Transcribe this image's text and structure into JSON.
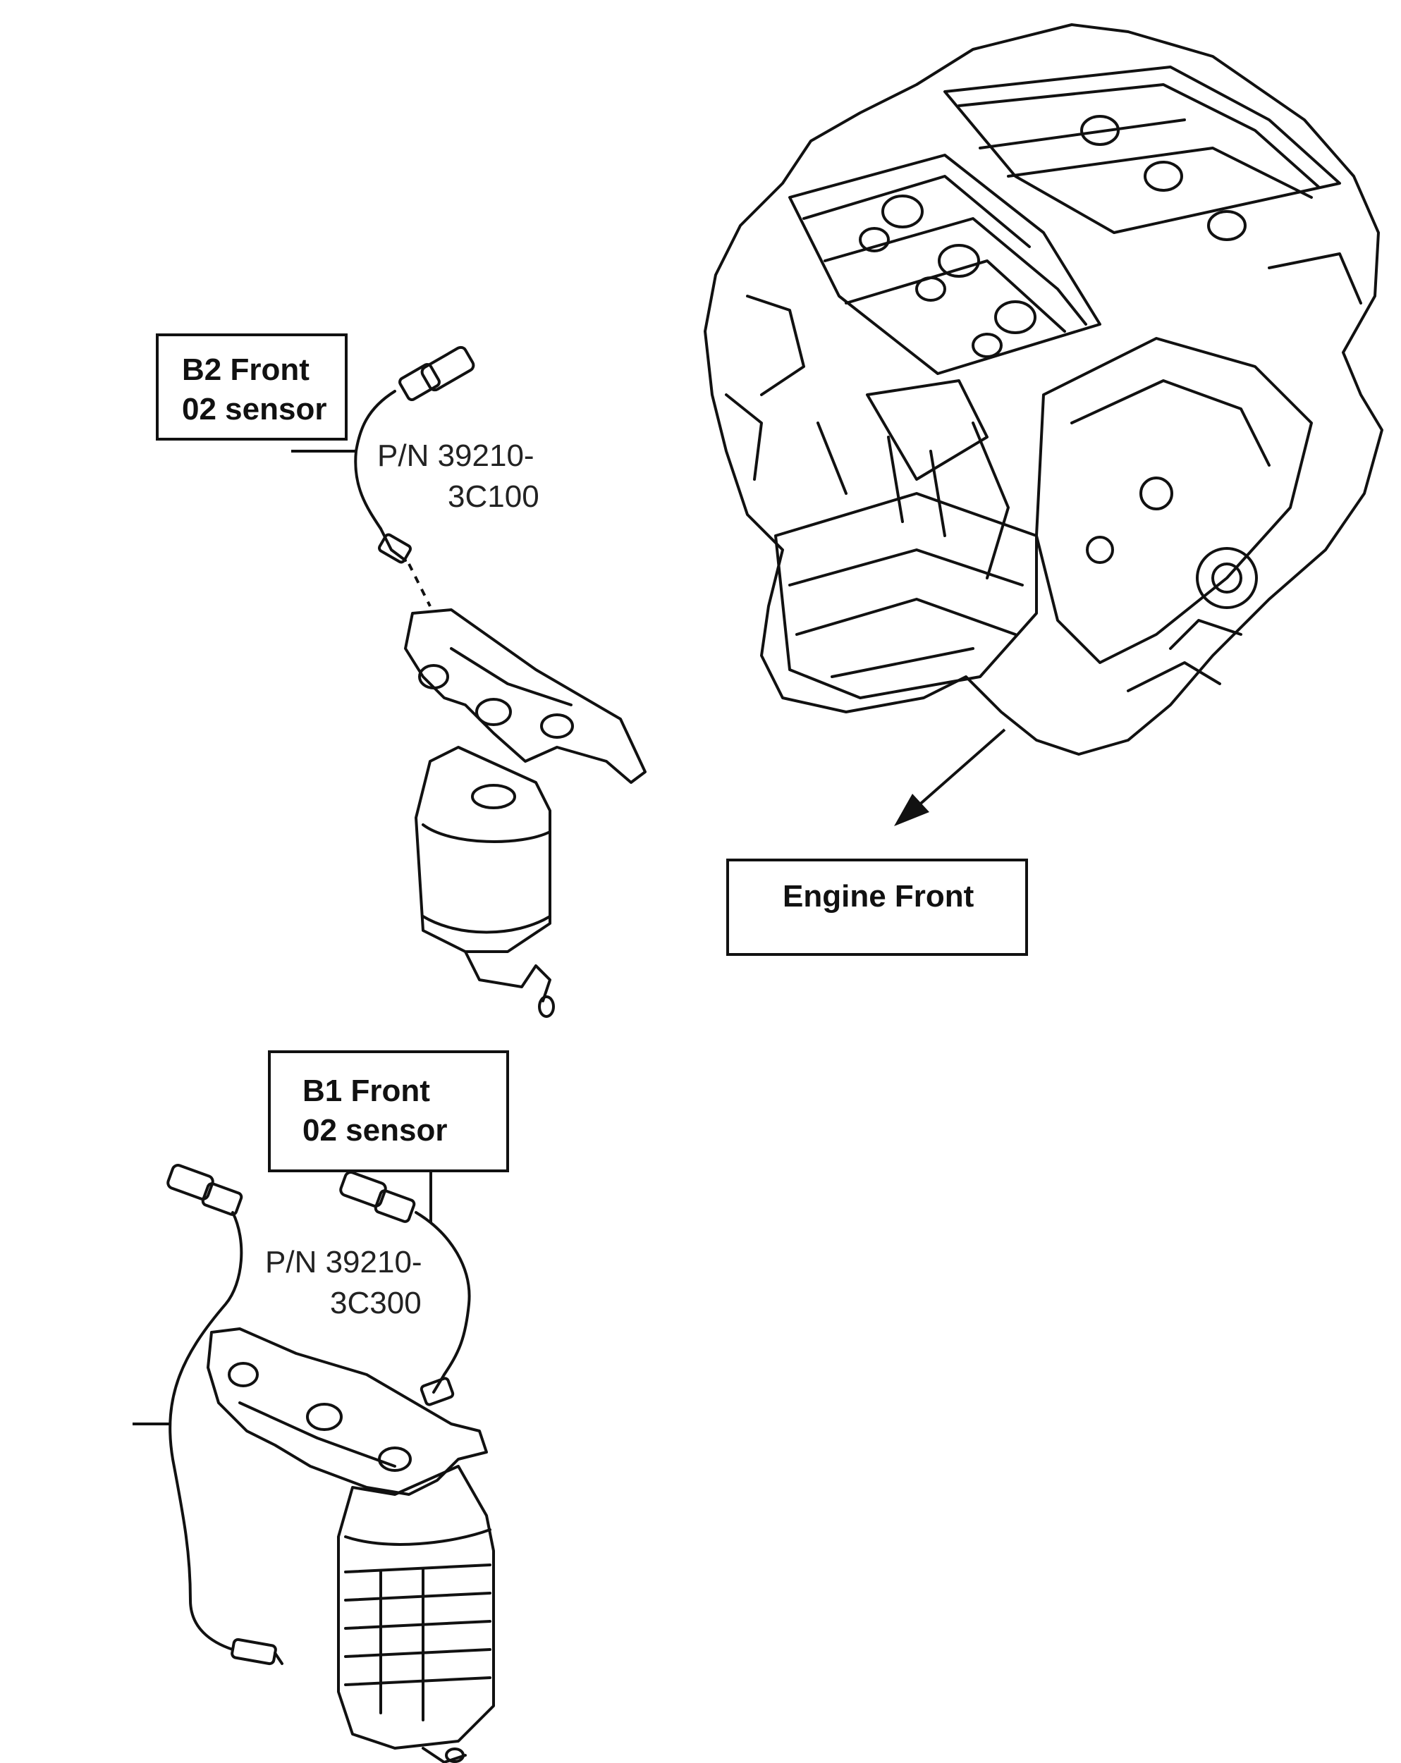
{
  "labels": {
    "b2": {
      "line1": "B2 Front",
      "line2": "02 sensor",
      "pn_line1": "P/N 39210-",
      "pn_line2": "3C100"
    },
    "b1": {
      "line1": "B1 Front",
      "line2": "02 sensor",
      "pn_line1": "P/N 39210-",
      "pn_line2": "3C300"
    },
    "engine_front": "Engine Front"
  },
  "colors": {
    "ink": "#111111",
    "background": "#ffffff"
  }
}
